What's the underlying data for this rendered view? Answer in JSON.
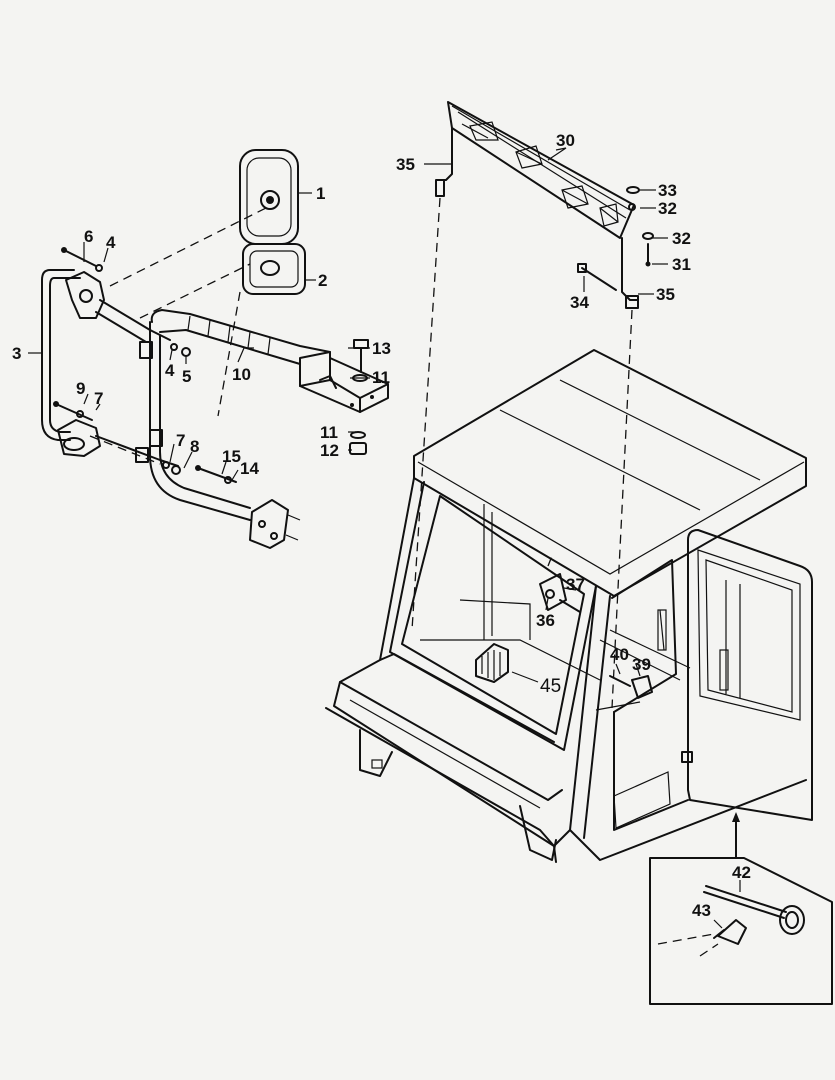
{
  "callouts": {
    "c1": "1",
    "c2": "2",
    "c3": "3",
    "c4a": "4",
    "c4b": "4",
    "c5": "5",
    "c6": "6",
    "c7a": "7",
    "c7b": "7",
    "c8": "8",
    "c9": "9",
    "c10": "10",
    "c11a": "11",
    "c11b": "11",
    "c12": "12",
    "c13": "13",
    "c14": "14",
    "c15": "15",
    "c30": "30",
    "c31": "31",
    "c32a": "32",
    "c32b": "32",
    "c33": "33",
    "c34": "34",
    "c35a": "35",
    "c35b": "35",
    "c36": "36",
    "c37": "37",
    "c39": "39",
    "c40": "40",
    "c42": "42",
    "c43": "43",
    "c45": "45"
  }
}
